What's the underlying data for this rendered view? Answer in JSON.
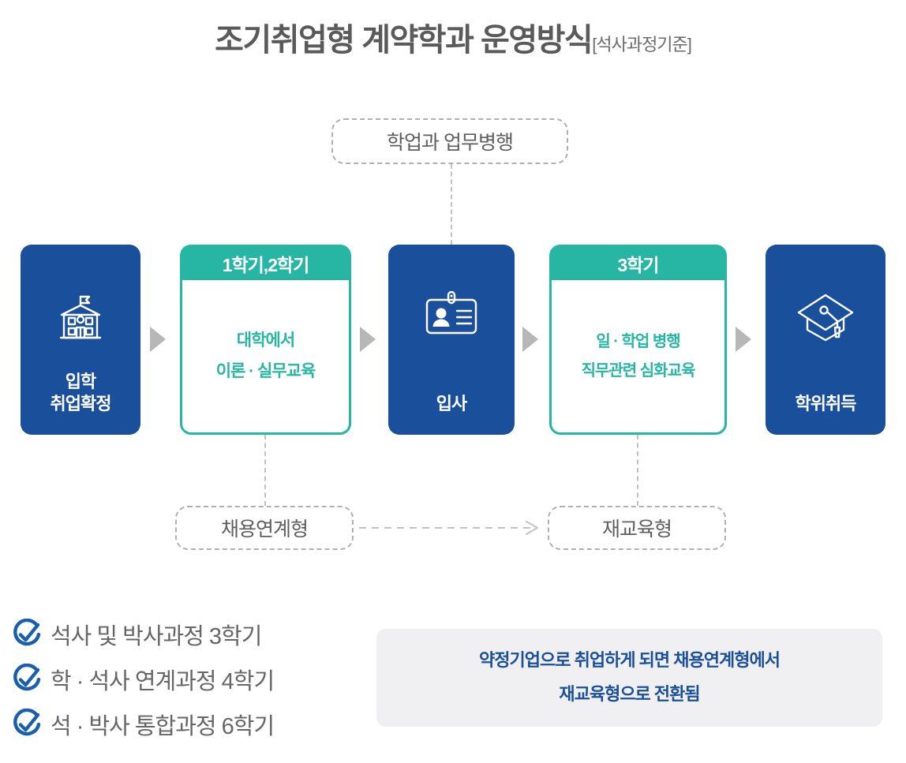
{
  "title": {
    "main": "조기취업형 계약학과 운영방식",
    "suffix": "[석사과정기준]"
  },
  "colors": {
    "brand_blue": "#1a4f9c",
    "brand_teal": "#27b6a4",
    "arrow_gray": "#b7b7b7",
    "dashed_gray": "#b0b0b0",
    "note_bg": "#f0f0f2",
    "title_gray": "#5a5a5a"
  },
  "callouts": {
    "top": "학업과 업무병행",
    "bottom_left": "채용연계형",
    "bottom_right": "재교육형"
  },
  "flow": {
    "steps": [
      {
        "id": "step-1",
        "kind": "solid",
        "icon": "school-building-icon",
        "label_line1": "입학",
        "label_line2": "취업확정"
      },
      {
        "id": "step-2",
        "kind": "card",
        "header": "1학기,2학기",
        "body_line1": "대학에서",
        "body_line2": "이론 · 실무교육"
      },
      {
        "id": "step-3",
        "kind": "solid",
        "icon": "id-badge-icon",
        "label_line1": "입사",
        "label_line2": ""
      },
      {
        "id": "step-4",
        "kind": "card",
        "header": "3학기",
        "body_line1": "일 · 학업 병행",
        "body_line2": "직무관련 심화교육"
      },
      {
        "id": "step-5",
        "kind": "solid",
        "icon": "graduation-cap-icon",
        "label_line1": "학위취득",
        "label_line2": ""
      }
    ],
    "arrows": [
      "arrow-1",
      "arrow-2",
      "arrow-3",
      "arrow-4"
    ]
  },
  "checklist": [
    {
      "icon": "check-circle-icon",
      "text": "석사 및 박사과정 3학기"
    },
    {
      "icon": "check-circle-icon",
      "text": "학 · 석사 연계과정 4학기"
    },
    {
      "icon": "check-circle-icon",
      "text": "석 · 박사 통합과정 6학기"
    }
  ],
  "note": {
    "line1": "약정기업으로 취업하게 되면 채용연계형에서",
    "line2": "재교육형으로 전환됨"
  }
}
